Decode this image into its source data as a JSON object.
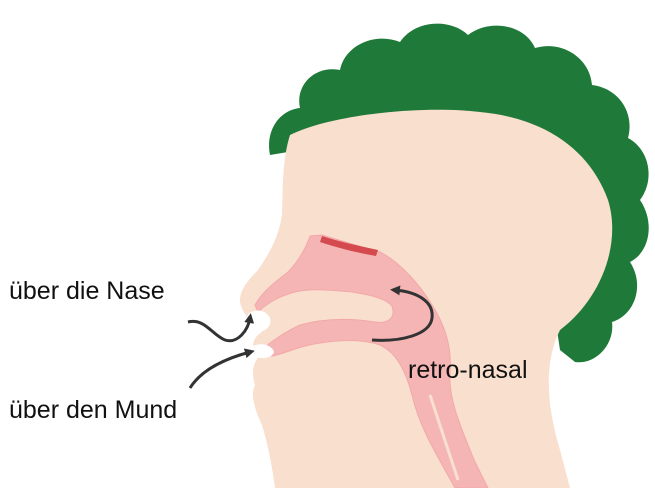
{
  "labels": {
    "nose": "über die Nase",
    "mouth": "über den Mund",
    "retronasal": "retro-nasal"
  },
  "colors": {
    "hair": "#1f7a3a",
    "skin": "#f9dfcd",
    "airway": "#f5b5b5",
    "airway_edge": "#f3a8a8",
    "olfactory_patch": "#d44a4e",
    "arrow": "#333333",
    "nostril_opening": "#ffffff",
    "text": "#111111"
  },
  "icons": {
    "nose_arrow": "curved-arrow-icon",
    "mouth_arrow": "curved-arrow-icon",
    "retronasal_arrow": "curved-arrow-icon"
  }
}
